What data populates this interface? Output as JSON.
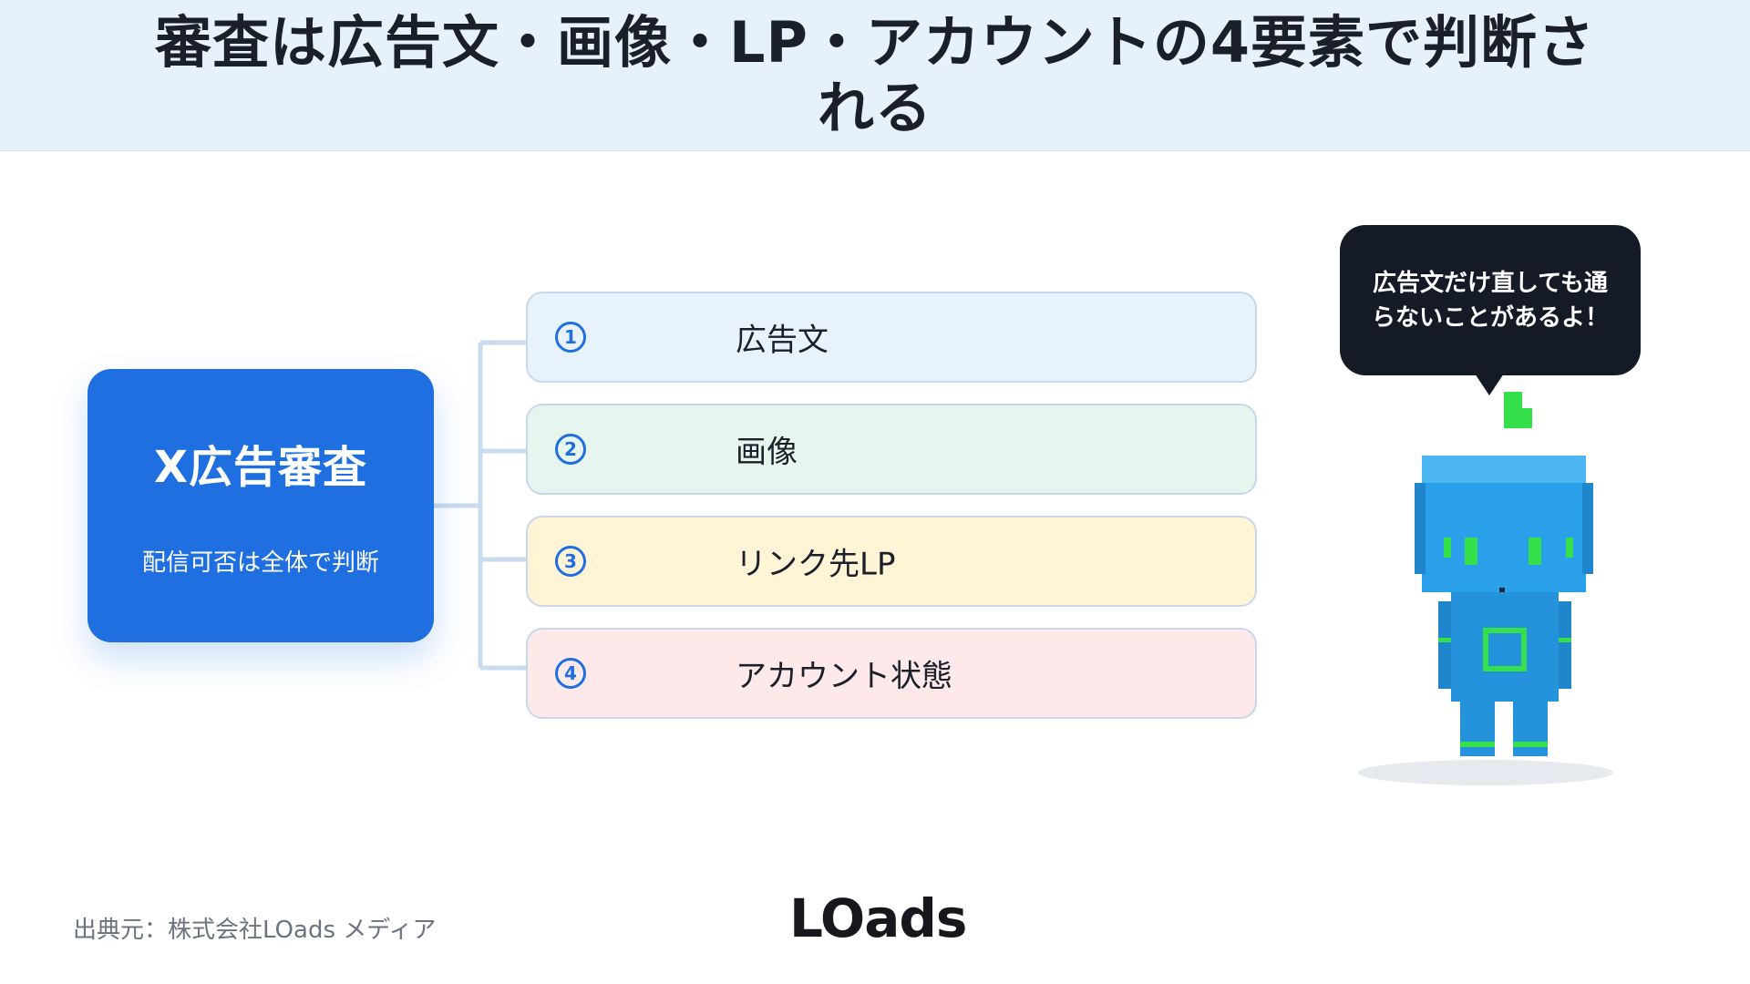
{
  "header": {
    "title": "審査は広告文・画像・LP・アカウントの4要素で判断される"
  },
  "main_box": {
    "title": "X広告審査",
    "subtitle": "配信可否は全体で判断"
  },
  "items": [
    {
      "number": "1",
      "label": "広告文",
      "bg": "#e8f2fd"
    },
    {
      "number": "2",
      "label": "画像",
      "bg": "#e6f6ee"
    },
    {
      "number": "3",
      "label": "リンク先LP",
      "bg": "#fff5d6"
    },
    {
      "number": "4",
      "label": "アカウント状態",
      "bg": "#fde8ea"
    }
  ],
  "bubble": {
    "text": "広告文だけ直しても通らないことがあるよ！"
  },
  "footer": {
    "source": "出典元：株式会社LOads メディア",
    "logo": "LOads"
  },
  "colors": {
    "accent": "#1f6fe0",
    "connector": "#c9dbee",
    "mascot_body": "#2aa0ea",
    "mascot_trim": "#36e04a"
  }
}
